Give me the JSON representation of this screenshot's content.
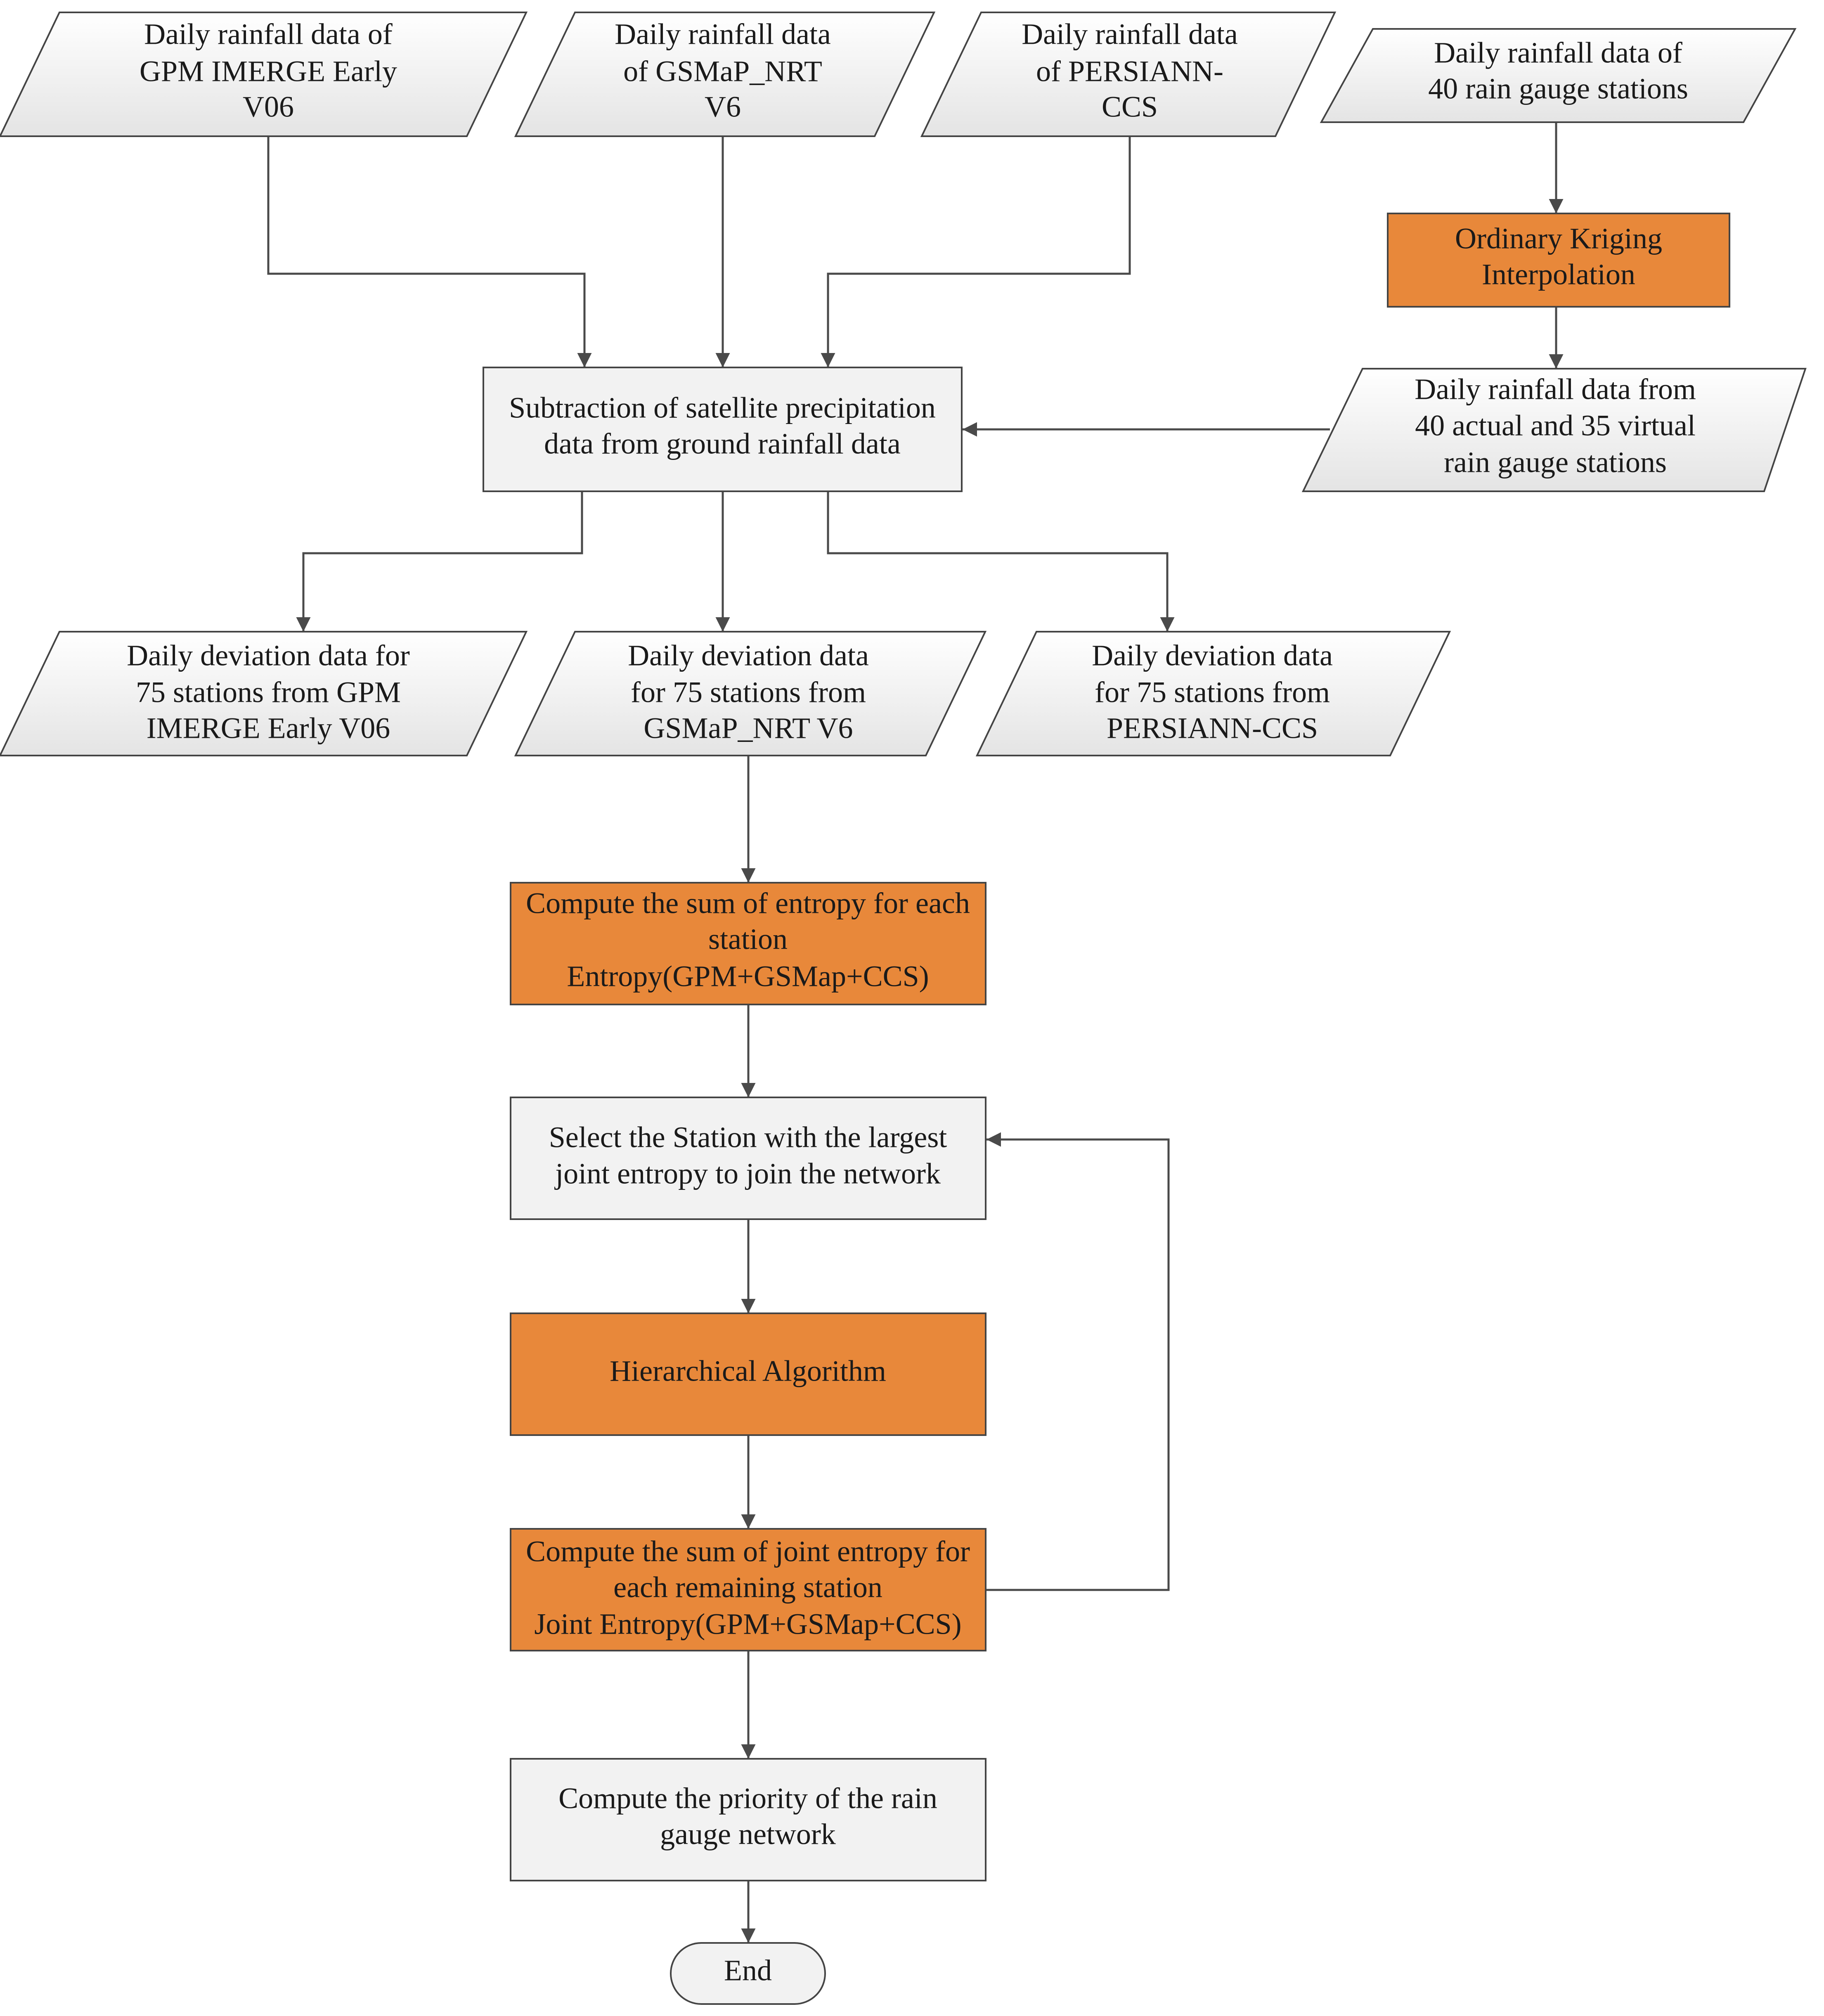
{
  "colors": {
    "accent_fill": "#e8883a",
    "box_fill": "#f2f2f2",
    "border": "#444444",
    "connector": "#4a4a4a"
  },
  "nodes": {
    "gpm_input": {
      "lines": [
        "Daily rainfall data of",
        "GPM IMERGE Early",
        "V06"
      ]
    },
    "gsmap_input": {
      "lines": [
        "Daily rainfall data",
        "of GSMaP_NRT",
        "V6"
      ]
    },
    "persiann_input": {
      "lines": [
        "Daily rainfall data",
        "of PERSIANN-",
        "CCS"
      ]
    },
    "gauge_input": {
      "lines": [
        "Daily rainfall data of",
        "40 rain gauge stations"
      ]
    },
    "kriging": {
      "lines": [
        "Ordinary Kriging",
        "Interpolation"
      ]
    },
    "combined_stations": {
      "lines": [
        "Daily rainfall data from",
        "40 actual and 35 virtual",
        "rain gauge stations"
      ]
    },
    "subtraction": {
      "lines": [
        "Subtraction of satellite precipitation",
        "data from ground rainfall data"
      ]
    },
    "gpm_deviation": {
      "lines": [
        "Daily deviation data for",
        "75 stations from GPM",
        "IMERGE Early V06"
      ]
    },
    "gsmap_deviation": {
      "lines": [
        "Daily deviation data",
        "for 75 stations from",
        "GSMaP_NRT V6"
      ]
    },
    "persiann_deviation": {
      "lines": [
        "Daily deviation data",
        "for 75 stations from",
        "PERSIANN-CCS"
      ]
    },
    "entropy_sum": {
      "lines": [
        "Compute the sum of entropy for each",
        "station",
        "Entropy(GPM+GSMap+CCS)"
      ]
    },
    "select_station": {
      "lines": [
        "Select the Station with the largest",
        "joint  entropy to join the network"
      ]
    },
    "hierarchical": {
      "lines": [
        "Hierarchical Algorithm"
      ]
    },
    "joint_entropy": {
      "lines": [
        "Compute the sum of joint entropy for",
        "each remaining station",
        "Joint Entropy(GPM+GSMap+CCS)"
      ]
    },
    "priority": {
      "lines": [
        "Compute the priority of the rain",
        "gauge network"
      ]
    },
    "end": {
      "lines": [
        "End"
      ]
    }
  }
}
